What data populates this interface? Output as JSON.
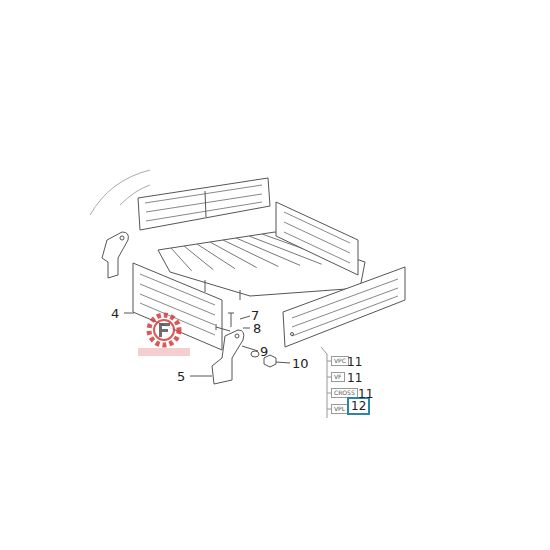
{
  "diagram": {
    "nodes": [
      {
        "text": [
          "VPC"
        ]
      },
      {
        "text": [
          "VF"
        ]
      },
      {
        "text": [
          "CROSS"
        ]
      },
      {
        "text": [
          "VPL"
        ]
      },
      {
        "text": [
          "12"
        ]
      }
    ],
    "labels": [
      "4",
      "7",
      "8",
      "9",
      "5",
      "10",
      "11",
      "11",
      "11"
    ]
  }
}
